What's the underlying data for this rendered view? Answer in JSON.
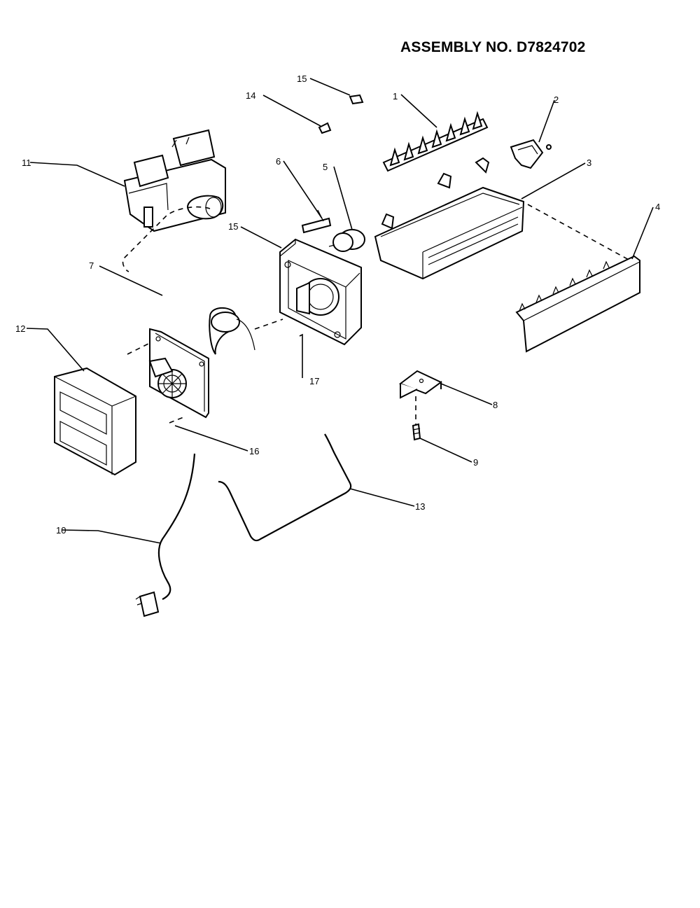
{
  "title": "ASSEMBLY NO. D7824702",
  "callouts": [
    "1",
    "2",
    "3",
    "4",
    "5",
    "6",
    "7",
    "8",
    "9",
    "10",
    "11",
    "12",
    "13",
    "14",
    "15",
    "16",
    "17"
  ]
}
